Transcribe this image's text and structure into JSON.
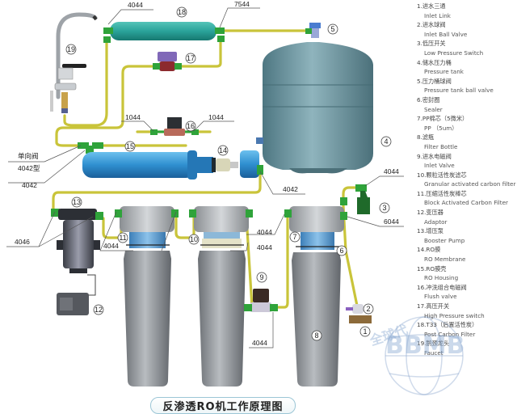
{
  "title": "反渗透RO机工作原理图",
  "watermark": {
    "cn": "全球代",
    "en": "BBMB"
  },
  "legend": [
    {
      "num": "1",
      "cn": "1.进水三通",
      "en": "Inlet Link"
    },
    {
      "num": "2",
      "cn": "2.进水球阀",
      "en": "Inlet Ball Valve"
    },
    {
      "num": "3",
      "cn": "3.低压开关",
      "en": "Low Pressure Switch"
    },
    {
      "num": "4",
      "cn": "4.储水压力桶",
      "en": "Pressure  tank"
    },
    {
      "num": "5",
      "cn": "5.压力桶球阀",
      "en": "Pressure  tank  ball valve"
    },
    {
      "num": "6",
      "cn": "6.密封圈",
      "en": "Sealer"
    },
    {
      "num": "7",
      "cn": "7.PP棉芯（5微米）",
      "en": "PP  （5um）"
    },
    {
      "num": "8",
      "cn": "8.滤瓶",
      "en": "Filter Bottle"
    },
    {
      "num": "9",
      "cn": "9.进水电磁阀",
      "en": "Inlet Valve"
    },
    {
      "num": "10",
      "cn": "10.颗粒活性炭滤芯",
      "en": "Granular activated carbon filter"
    },
    {
      "num": "11",
      "cn": "11.压缩活性炭棒芯",
      "en": "Block Activated Carbon Filter"
    },
    {
      "num": "12",
      "cn": "12.变压器",
      "en": "Adaptor"
    },
    {
      "num": "13",
      "cn": "13.增压泵",
      "en": "Booster Pump"
    },
    {
      "num": "14",
      "cn": "14.RO膜",
      "en": "RO Membrane"
    },
    {
      "num": "15",
      "cn": "15.RO膜壳",
      "en": "RO Housing"
    },
    {
      "num": "16",
      "cn": "16.冲洗组合电磁阀",
      "en": "Flush valve"
    },
    {
      "num": "17",
      "cn": "17.高压开关",
      "en": "High Pressure switch"
    },
    {
      "num": "18",
      "cn": "18.T33（后置活性炭）",
      "en": "Post Carbon Filter"
    },
    {
      "num": "19",
      "cn": "19.鹅颈龙头",
      "en": "Faucet"
    }
  ],
  "callouts": {
    "c4044_top": "4044",
    "c7544": "7544",
    "c1044_left": "1044",
    "c1044_right": "1044",
    "check_valve": "单向阀",
    "check_valve_type": "4042型",
    "c4042_left": "4042",
    "c4042_right": "4042",
    "c4044_lowswitch": "4044",
    "c6044": "6044",
    "c4046": "4046",
    "c4044_pump": "4044",
    "c4044_mid1": "4044",
    "c4044_mid2": "4044",
    "c4044_valve": "4044"
  },
  "markers": {
    "m1": "1",
    "m2": "2",
    "m3": "3",
    "m4": "4",
    "m5": "5",
    "m6": "6",
    "m7": "7",
    "m8": "8",
    "m9": "9",
    "m10": "10",
    "m11": "11",
    "m12": "12",
    "m13": "13",
    "m14": "14",
    "m15": "15",
    "m16": "16",
    "m17": "17",
    "m18": "18",
    "m19": "19"
  },
  "colors": {
    "tube": "#c9c43a",
    "fitting": "#2fa33a",
    "post_filter": "#2aa39a",
    "ro_housing": "#2f8fd0",
    "tank": "#6f9aa6",
    "housing_gray": "#8e9297"
  }
}
